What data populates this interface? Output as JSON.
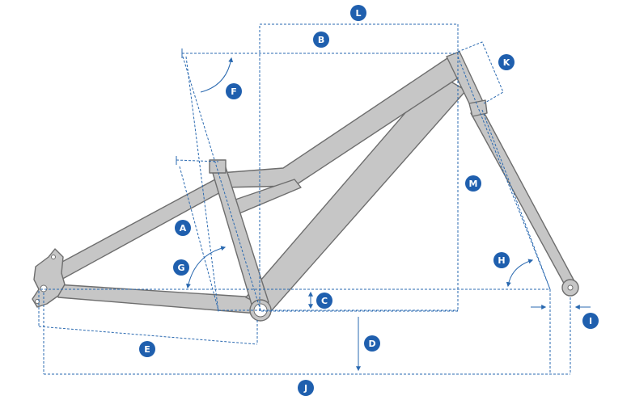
{
  "figure": {
    "frame_color": "#c6c6c6",
    "outline_color": "#6e6e6e",
    "dimension_color": "#2a69b0",
    "badge_color": "#1f5fae"
  },
  "labels": {
    "A": "A",
    "B": "B",
    "C": "C",
    "D": "D",
    "E": "E",
    "F": "F",
    "G": "G",
    "H": "H",
    "I": "I",
    "J": "J",
    "K": "K",
    "L": "L",
    "M": "M"
  }
}
